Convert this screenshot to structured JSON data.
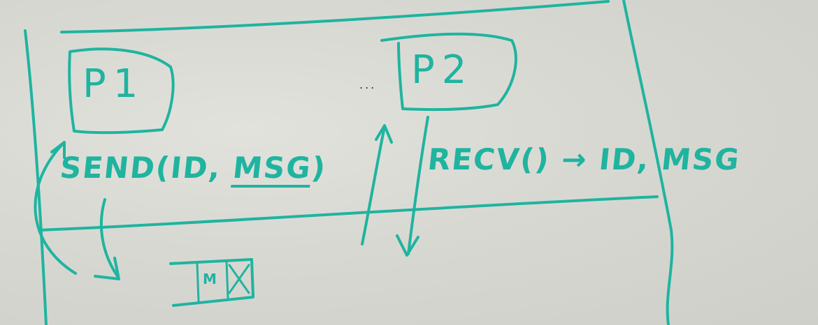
{
  "diagram": {
    "process_1": {
      "label": "P1"
    },
    "process_2": {
      "label": "P2"
    },
    "send_call": {
      "prefix": "SEND(ID, ",
      "msg": "MSG",
      "suffix": ")"
    },
    "recv_call": {
      "text": "RECV() → ID, MSG"
    },
    "mailbox": {
      "text": "M"
    },
    "ellipsis": "...",
    "ink_color": "#1fb4a0"
  }
}
